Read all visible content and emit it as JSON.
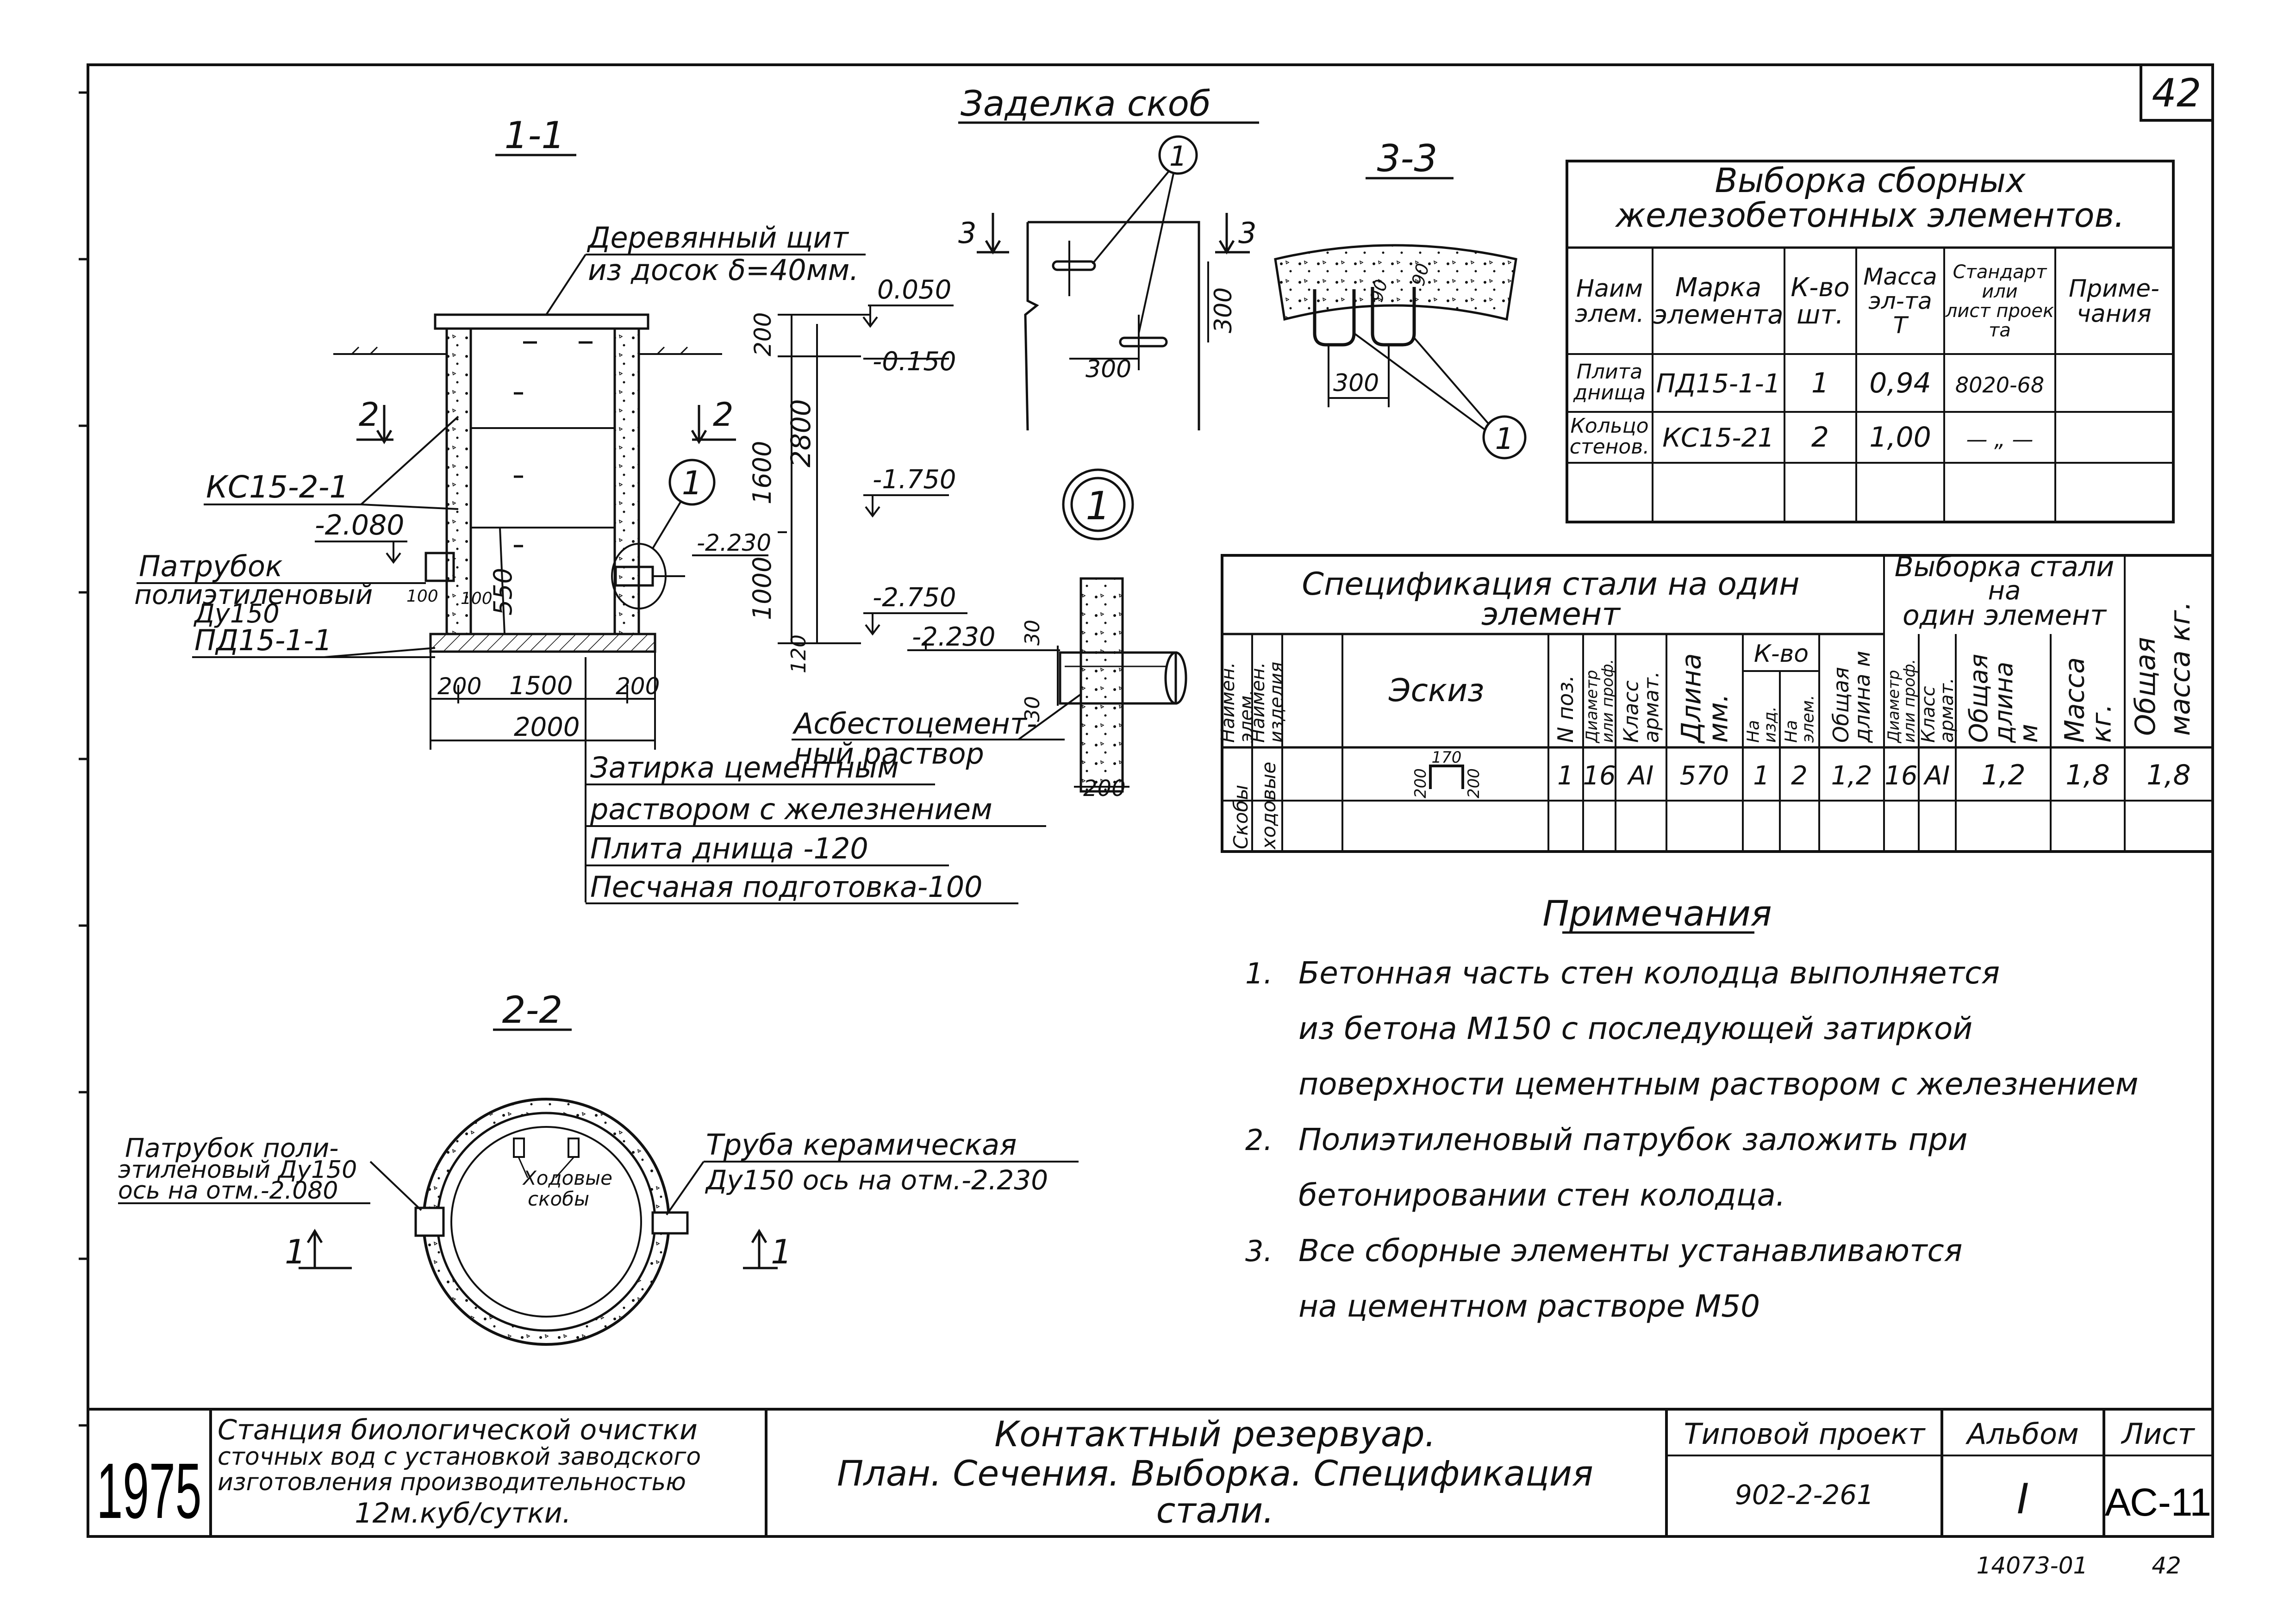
{
  "sheet": {
    "number": "42",
    "stamp": "14073-01",
    "stamp_sheet": "42"
  },
  "sections": {
    "s11": "1-1",
    "s22": "2-2",
    "s33": "3-3",
    "embed_title": "Заделка скоб"
  },
  "section11": {
    "shield_l1": "Деревянный щит",
    "shield_l2": "из досок δ=40мм.",
    "ring_label": "КС15-2-1",
    "level_2080": "-2.080",
    "nozzle_l1": "Патрубок",
    "nozzle_l2": "полиэтиленовый",
    "nozzle_l3": "Ду150",
    "nozzle_dim": "100",
    "nozzle_dim2": "100",
    "plate_label": "ПД15-1-1",
    "lvl_0050": "0.050",
    "lvl_0150": "-0.150",
    "lvl_1750": "-1.750",
    "lvl_2230": "-2.230",
    "lvl_2750": "-2.750",
    "dim_200": "200",
    "dim_1600": "1600",
    "dim_2800": "2800",
    "dim_1000": "1000",
    "dim_550": "550",
    "dim_120": "120",
    "dim_b200l": "200",
    "dim_b1500": "1500",
    "dim_b200r": "200",
    "dim_b2000": "2000",
    "cut_2l": "2",
    "cut_2r": "2",
    "callout_1": "1",
    "note_1": "Затирка цементным",
    "note_2": "раствором с железнением",
    "note_3": "Плита днища -120",
    "note_4": "Песчаная подготовка-100"
  },
  "embed": {
    "callout": "1",
    "cut_l": "3",
    "cut_r": "3",
    "dim_300h": "300",
    "dim_300v": "300"
  },
  "detail1": {
    "callout": "1",
    "lvl": "-2.230",
    "dim_30a": "30",
    "dim_30b": "30",
    "dim_200": "200",
    "mortar_l1": "Асбестоцемент-",
    "mortar_l2": "ный раствор"
  },
  "section33": {
    "dim_300": "300",
    "callout": "1",
    "d90a": "90",
    "d90b": "90"
  },
  "section22": {
    "nozzle_l1": "Патрубок поли-",
    "nozzle_l2": "этиленовый Ду150",
    "nozzle_l3": "ось на отм.-2.080",
    "pipe_l1": "Труба керамическая",
    "pipe_l2": "Ду150 ось на отм.-2.230",
    "steps_l1": "Ходовые",
    "steps_l2": "скобы",
    "cut_l": "1",
    "cut_r": "1"
  },
  "selection_table": {
    "title_l1": "Выборка сборных",
    "title_l2": "железобетонных элементов.",
    "headers": [
      [
        "Наим",
        "элем."
      ],
      [
        "Марка",
        "элемента"
      ],
      [
        "К-во",
        "шт."
      ],
      [
        "Масса",
        "эл-та",
        "Т"
      ],
      [
        "Стандарт",
        "или",
        "лист проек",
        "та"
      ],
      [
        "Приме-",
        "чания"
      ]
    ],
    "rows": [
      {
        "name": [
          "Плита",
          "днища"
        ],
        "mark": "ПД15-1-1",
        "qty": "1",
        "mass": "0,94",
        "std": "8020-68",
        "note": ""
      },
      {
        "name": [
          "Кольцо",
          "стенов."
        ],
        "mark": "КС15-21",
        "qty": "2",
        "mass": "1,00",
        "std": "— „ —",
        "note": ""
      }
    ]
  },
  "steel_table": {
    "title_l1": "Спецификация стали на один",
    "title_l2": "элемент",
    "title2_l1": "Выборка стали",
    "title2_l2": "на",
    "title2_l3": "один элемент",
    "total_head_l1": "Общая",
    "total_head_l2": "масса кг.",
    "headers": {
      "h1": [
        "Наимен.",
        "элем."
      ],
      "h2": [
        "Наимен.",
        "изделия"
      ],
      "sketch": "Эскиз",
      "pos": "N поз.",
      "diam": [
        "Диаметр",
        "или проф."
      ],
      "cls": [
        "Класс",
        "армат."
      ],
      "len": [
        "Длина",
        "мм."
      ],
      "qty": "К-во",
      "qty_a": [
        "На",
        "изд."
      ],
      "qty_b": [
        "На",
        "элем."
      ],
      "tot_len": [
        "Общая",
        "длина м"
      ],
      "d2": [
        "Диаметр",
        "или проф."
      ],
      "cls2": [
        "Класс",
        "армат."
      ],
      "tot_len2": [
        "Общая",
        "длина",
        "м"
      ],
      "mass": [
        "Масса",
        "кг."
      ]
    },
    "row": {
      "name": [
        "Скобы",
        "ходовые"
      ],
      "sk_a": "200",
      "sk_b": "170",
      "sk_c": "200",
      "pos": "1",
      "diam": "16",
      "cls": "АI",
      "len": "570",
      "qa": "1",
      "qb": "2",
      "tl": "1,2",
      "d2": "16",
      "c2": "АI",
      "tl2": "1,2",
      "mass": "1,8",
      "total": "1,8"
    }
  },
  "notes": {
    "heading": "Примечания",
    "items": [
      {
        "num": "1.",
        "lines": [
          "Бетонная часть стен колодца выполняется",
          "из бетона М150 с последующей затиркой",
          "поверхности цементным раствором с железнением"
        ]
      },
      {
        "num": "2.",
        "lines": [
          "Полиэтиленовый патрубок заложить при",
          "бетонировании стен колодца."
        ]
      },
      {
        "num": "3.",
        "lines": [
          "Все сборные элементы устанавливаются",
          "на цементном растворе М50"
        ]
      }
    ]
  },
  "titleblock": {
    "year": "1975",
    "org_l1": "Станция биологической очистки",
    "org_l2": "сточных вод с установкой заводского",
    "org_l3": "изготовления производительностью",
    "org_l4": "12м.куб/сутки.",
    "title_l1": "Контактный резервуар.",
    "title_l2": "План. Сечения. Выборка. Спецификация",
    "title_l3": "стали.",
    "proj_label": "Типовой проект",
    "proj_value": "902-2-261",
    "album_label": "Альбом",
    "album_value": "I",
    "sheet_label": "Лист",
    "sheet_value": "АС-11"
  }
}
